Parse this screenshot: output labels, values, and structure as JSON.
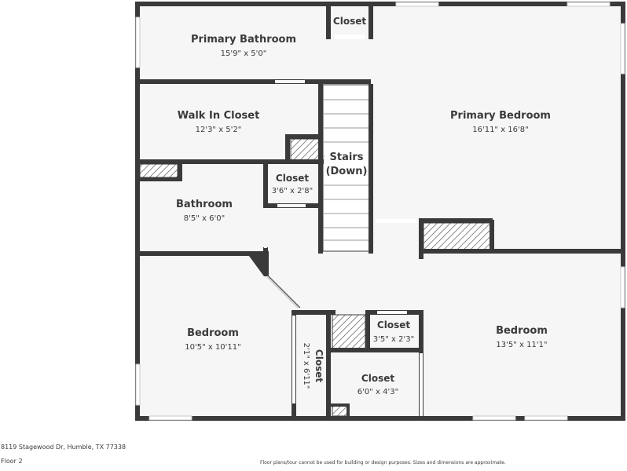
{
  "rooms": {
    "primary_bathroom": {
      "name": "Primary Bathroom",
      "dims": "15'9\" x 5'0\""
    },
    "closet_top": {
      "name": "Closet"
    },
    "primary_bedroom": {
      "name": "Primary Bedroom",
      "dims": "16'11\" x 16'8\""
    },
    "walk_in_closet": {
      "name": "Walk In Closet",
      "dims": "12'3\" x 5'2\""
    },
    "stairs": {
      "name_line1": "Stairs",
      "name_line2": "(Down)"
    },
    "closet_hall": {
      "name": "Closet",
      "dims": "3'6\" x 2'8\""
    },
    "bathroom": {
      "name": "Bathroom",
      "dims": "8'5\" x 6'0\""
    },
    "bedroom_left": {
      "name": "Bedroom",
      "dims": "10'5\" x 10'11\""
    },
    "closet_vertical": {
      "name": "Closet",
      "dims": "2'1\" x 6'11\""
    },
    "closet_mid": {
      "name": "Closet",
      "dims": "3'5\" x 2'3\""
    },
    "closet_lower": {
      "name": "Closet",
      "dims": "6'0\" x 4'3\""
    },
    "bedroom_right": {
      "name": "Bedroom",
      "dims": "13'5\" x 11'1\""
    }
  },
  "footer": {
    "address": "8119 Stagewood Dr, Humble, TX 77338",
    "floor": "Floor 2",
    "disclaimer": "Floor plans/tour cannot be used for building or design purposes. Sizes and dimensions are approximate."
  },
  "colors": {
    "wall": "#3a3a3a",
    "floor": "#f6f6f6",
    "window": "#c4c8c9"
  }
}
